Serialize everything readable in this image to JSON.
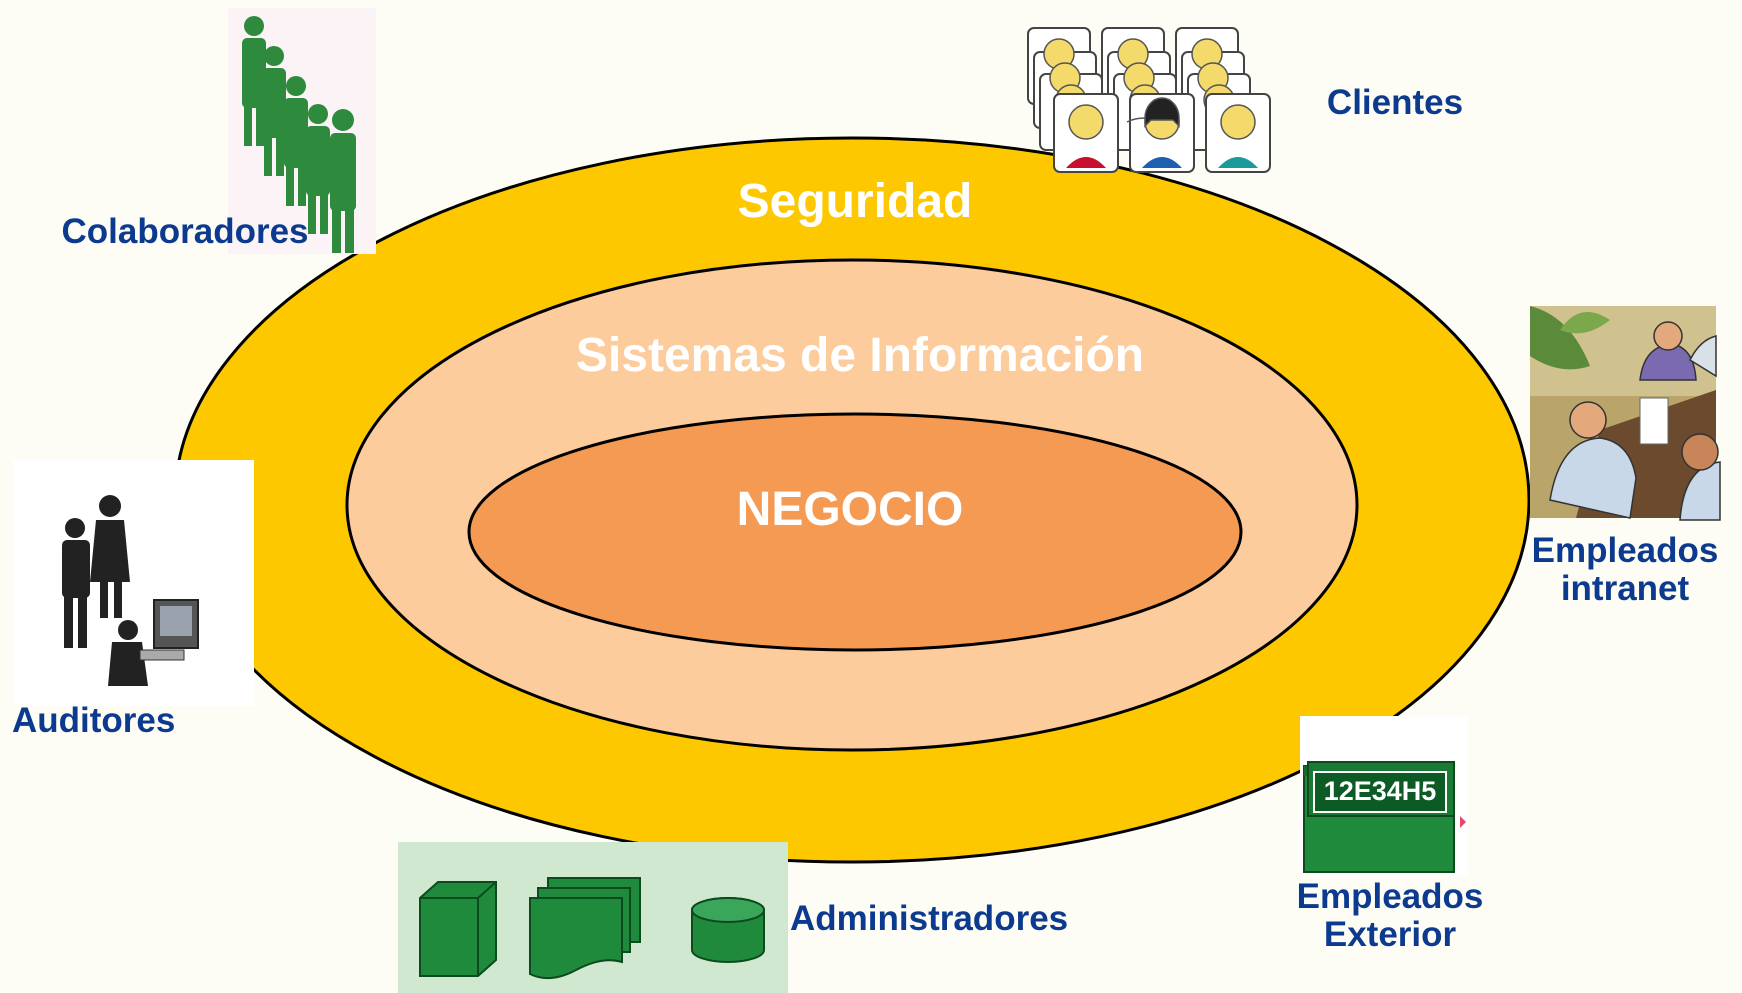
{
  "rings": {
    "outer": "Seguridad",
    "middle": "Sistemas de Información",
    "inner": "NEGOCIO"
  },
  "actors": {
    "colaboradores": "Colaboradores",
    "clientes": "Clientes",
    "empleados_intranet": [
      "Empleados",
      "intranet"
    ],
    "auditores": "Auditores",
    "administradores": "Administradores",
    "empleados_exterior": [
      "Empleados",
      "Exterior"
    ]
  },
  "token_display": "12E34H5",
  "colors": {
    "outer_ring": "#fdc800",
    "middle_ring": "#fccc9c",
    "inner_ring": "#f59a52",
    "label_blue": "#0b3a8f",
    "clip_green": "#1f8a3c"
  },
  "icons": {
    "colaboradores": "people-queue-icon",
    "clientes": "client-cards-icon",
    "empleados_intranet": "meeting-icon",
    "auditores": "auditors-icon",
    "administradores": "servers-icon",
    "empleados_exterior": "token-device-icon"
  }
}
